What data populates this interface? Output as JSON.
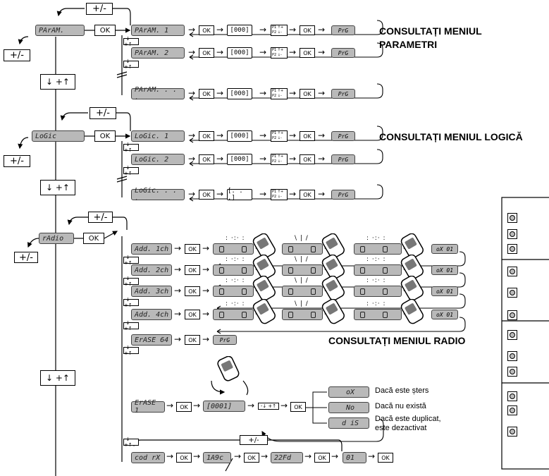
{
  "labels": {
    "plus_minus": "+/-",
    "ok": "OK",
    "up_down": "↓ +↑",
    "up_down_small": "-↓ +↑",
    "prg": "PrG",
    "code_000": "[000]",
    "code_dots": "[. . .]",
    "pp_text": "P1 ↑ + P2 ↓ -"
  },
  "menus": {
    "param": {
      "title": "PArAM.",
      "items": [
        "PArAM. 1",
        "PArAM. 2",
        "PArAM. . . ."
      ]
    },
    "logic": {
      "title": "LoGic",
      "items": [
        "LoGic. 1",
        "LoGic. 2",
        "LoGic. . . ."
      ]
    },
    "radio": {
      "title": "rAdio",
      "items": [
        "Add. 1ch",
        "Add. 2ch",
        "Add. 3ch",
        "Add. 4ch"
      ],
      "erase64": "ErASE 64",
      "erase1": "ErASE 1",
      "codrx": "cod rX"
    }
  },
  "radio_status": "oX 01",
  "erase1_code": "[0001]",
  "erase_results": [
    {
      "code": "oX",
      "text": "Dacă este șters"
    },
    {
      "code": "No",
      "text": "Dacă nu există"
    },
    {
      "code": "d iS",
      "text": "Dacă este duplicat,",
      "text2": "este dezactivat"
    }
  ],
  "codrx_values": [
    "1A9c",
    "22Fd",
    "01"
  ],
  "headings": {
    "param": "CONSULTAȚI MENIUL",
    "param2": "PARAMETRI",
    "logic": "CONSULTAȚI MENIUL LOGICĂ",
    "radio": "CONSULTAȚI MENIUL RADIO"
  }
}
